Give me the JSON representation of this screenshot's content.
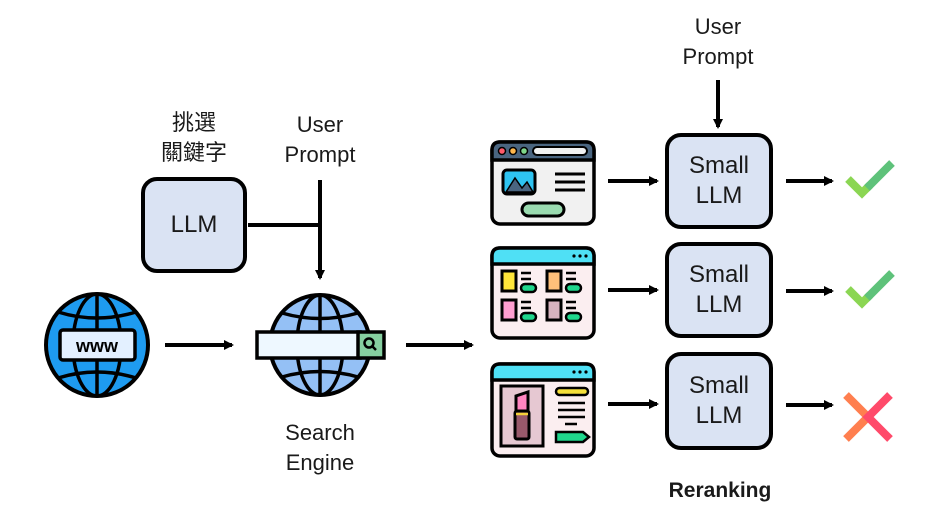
{
  "stage1": {
    "keyword_label": [
      "挑選",
      "關鍵字"
    ],
    "llm_box": "LLM",
    "user_prompt": [
      "User",
      "Prompt"
    ],
    "www_text": "www",
    "search_engine_label": [
      "Search",
      "Engine"
    ]
  },
  "stage2": {
    "user_prompt": [
      "User",
      "Prompt"
    ],
    "rerank_boxes": [
      {
        "line1": "Small",
        "line2": "LLM",
        "result": "accept"
      },
      {
        "line1": "Small",
        "line2": "LLM",
        "result": "accept"
      },
      {
        "line1": "Small",
        "line2": "LLM",
        "result": "reject"
      }
    ],
    "webpages": [
      "image-article-page",
      "product-grid-page",
      "lipstick-product-page"
    ],
    "title": "Reranking"
  },
  "colors": {
    "box_fill": "#dae3f3",
    "globe_blue": "#1e9bf0",
    "search_globe": "#94c0f5",
    "check_light": "#8bd653",
    "check_dark": "#5ec27a",
    "cross_orange": "#ff7f4f",
    "cross_red": "#ff4a6a"
  }
}
